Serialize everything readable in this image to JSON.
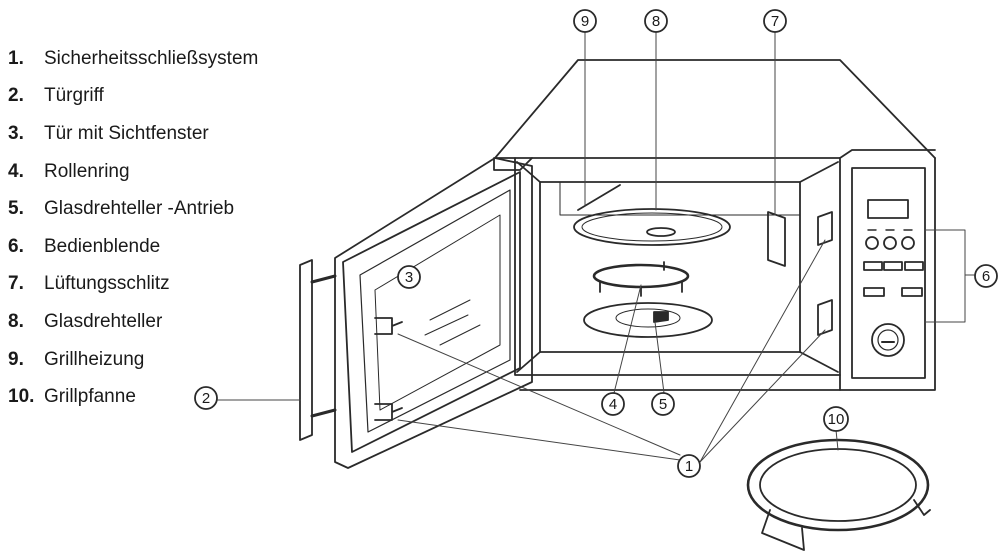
{
  "legend": [
    {
      "number": "1.",
      "label": "Sicherheitsschließsystem"
    },
    {
      "number": "2.",
      "label": "Türgriff"
    },
    {
      "number": "3.",
      "label": "Tür mit Sichtfenster"
    },
    {
      "number": "4.",
      "label": "Rollenring"
    },
    {
      "number": "5.",
      "label": "Glasdrehteller -Antrieb"
    },
    {
      "number": "6.",
      "label": "Bedienblende"
    },
    {
      "number": "7.",
      "label": "Lüftungsschlitz"
    },
    {
      "number": "8.",
      "label": "Glasdrehteller"
    },
    {
      "number": "9.",
      "label": "Grillheizung"
    },
    {
      "number": "10.",
      "label": "Grillpfanne"
    }
  ],
  "callouts": {
    "c1": "1",
    "c2": "2",
    "c3": "3",
    "c4": "4",
    "c5": "5",
    "c6": "6",
    "c7": "7",
    "c8": "8",
    "c9": "9",
    "c10": "10"
  }
}
